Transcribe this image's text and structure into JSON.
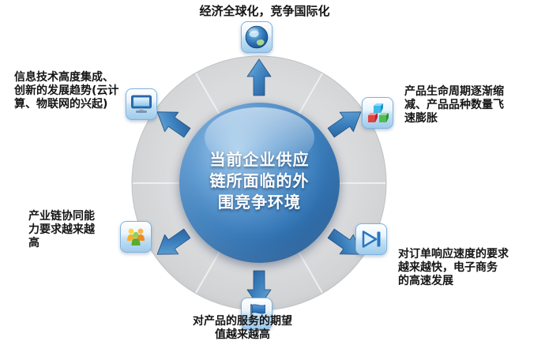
{
  "center": {
    "lines": [
      "当前企业供应",
      "链所面临的外",
      "围竞争环境"
    ]
  },
  "nodes": [
    {
      "position": "top",
      "icon": "globe-icon",
      "lines": [
        "经济全球化，竞争国际化"
      ]
    },
    {
      "position": "top-right",
      "icon": "cubes-icon",
      "lines": [
        "产品生命周期逐渐缩",
        "减、产品品种数量飞",
        "速膨胀"
      ]
    },
    {
      "position": "bottom-right",
      "icon": "fast-forward-icon",
      "lines": [
        "对订单响应速度的要求",
        "越来越快，电子商务",
        "的高速发展"
      ]
    },
    {
      "position": "bottom",
      "icon": "flag-icon",
      "lines": [
        "对产品的服务的期望",
        "值越来越高"
      ]
    },
    {
      "position": "bottom-left",
      "icon": "people-icon",
      "lines": [
        "产业链协同能",
        "力要求越来越",
        "高"
      ]
    },
    {
      "position": "top-left",
      "icon": "monitor-icon",
      "lines": [
        "信息技术高度集成、",
        "创新的发展趋势(云计",
        "算、物联网的兴起)"
      ]
    }
  ],
  "colors": {
    "sphere_dark": "#12437a",
    "sphere_light": "#a6cdec",
    "arrow_light": "#6fb0dd",
    "arrow_dark": "#2a6098",
    "ring": "#d6d7d9",
    "label_text": "#141414",
    "center_text": "#ffffff"
  }
}
